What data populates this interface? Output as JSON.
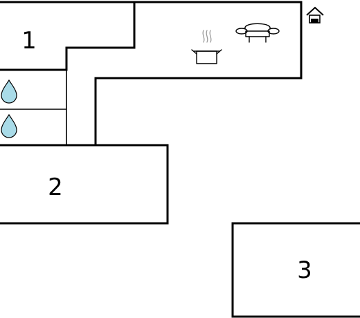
{
  "floorplan": {
    "rooms": [
      {
        "id": "room-1",
        "number": "1"
      },
      {
        "id": "room-2",
        "number": "2"
      },
      {
        "id": "room-3",
        "number": "3"
      }
    ],
    "icons": [
      "water-drop-icon",
      "water-drop-icon",
      "cooking-pot-icon",
      "sofa-icon",
      "house-entrance-icon"
    ],
    "colors": {
      "wall": "#000000",
      "water_drop_fill": "#a9dbe8",
      "steam": "#999999",
      "background": "#ffffff"
    }
  }
}
